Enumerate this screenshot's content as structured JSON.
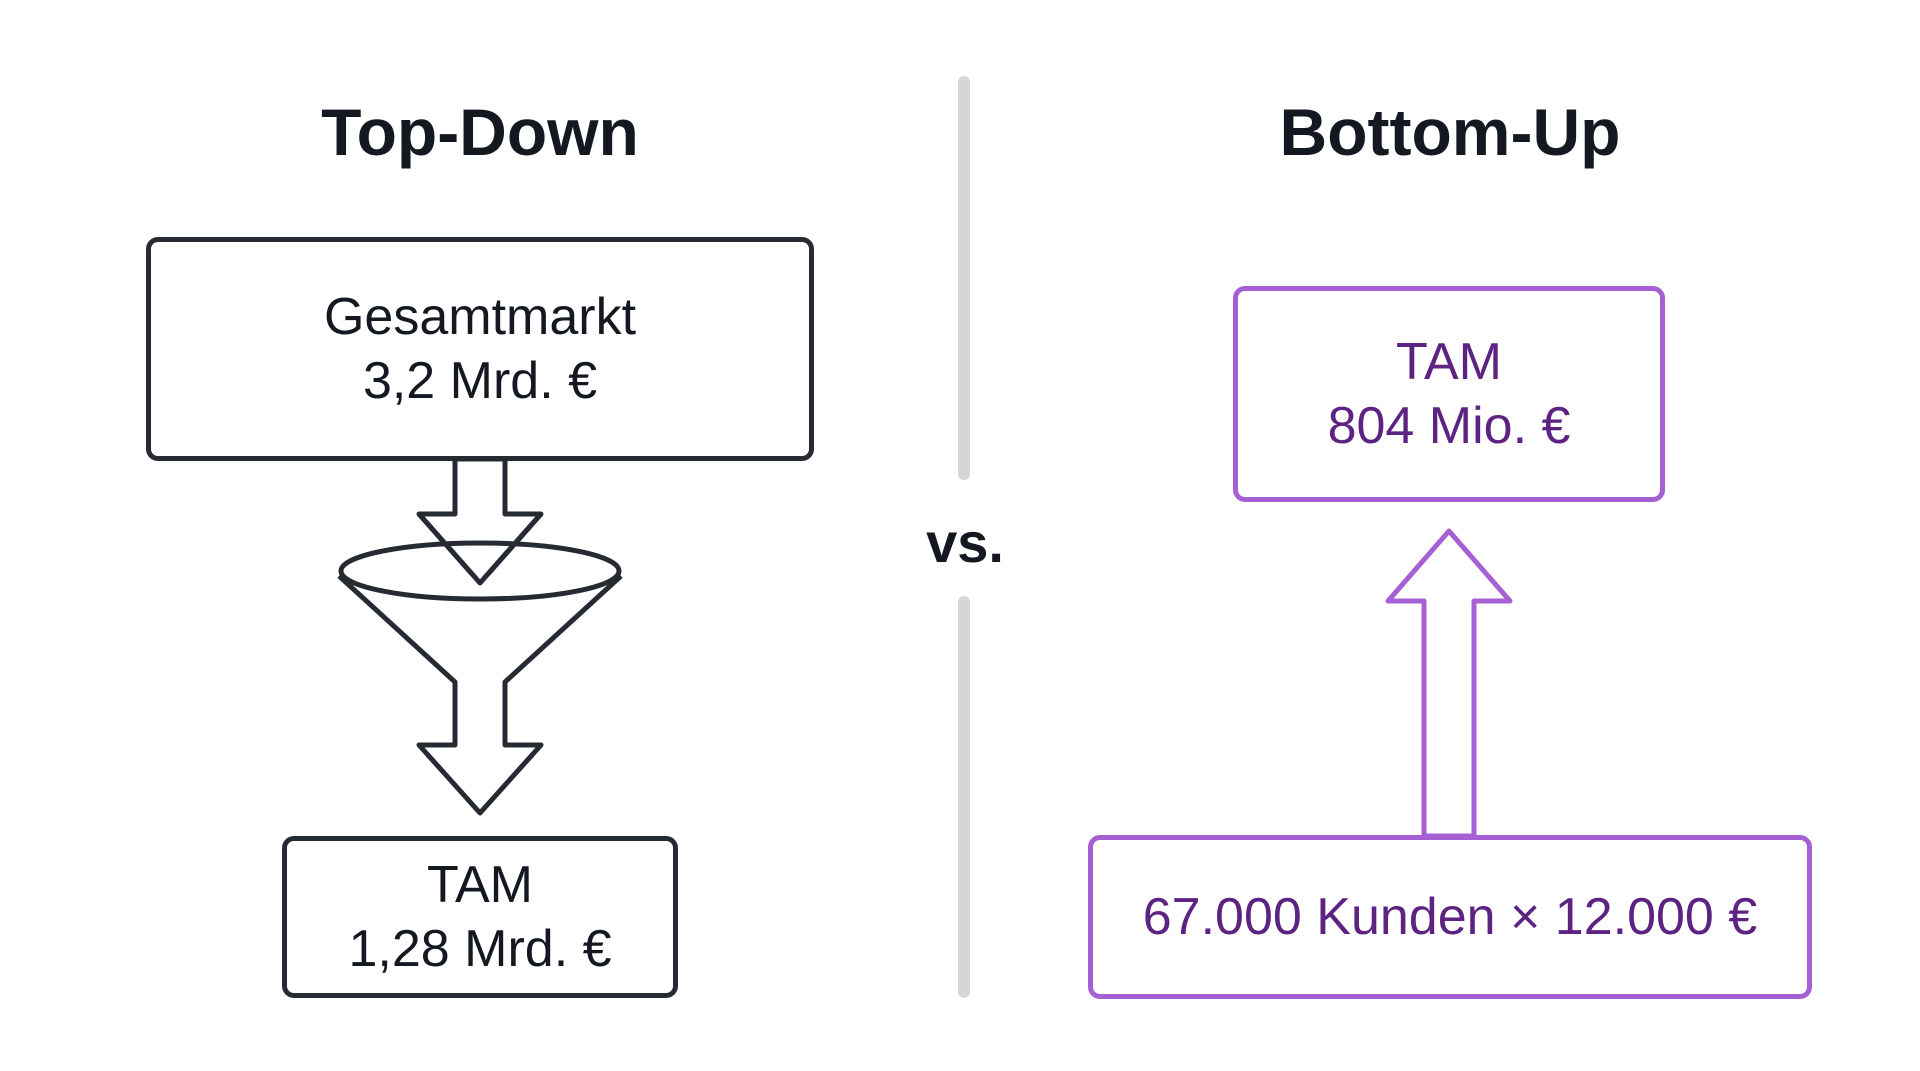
{
  "left": {
    "title": "Top-Down",
    "top_box": {
      "line1": "Gesamtmarkt",
      "line2": "3,2 Mrd. €"
    },
    "bottom_box": {
      "line1": "TAM",
      "line2": "1,28 Mrd. €"
    }
  },
  "center": {
    "vs_label": "vs."
  },
  "right": {
    "title": "Bottom-Up",
    "top_box": {
      "line1": "TAM",
      "line2": "804 Mio. €"
    },
    "bottom_box": {
      "line1": "67.000 Kunden × 12.000 €"
    }
  },
  "colors": {
    "dark": "#262a33",
    "purple_border": "#a660d4",
    "purple_text": "#5c2382",
    "divider": "#d6d6d6"
  },
  "icons": [
    "funnel-icon",
    "arrow-down-icon",
    "arrow-up-icon"
  ]
}
